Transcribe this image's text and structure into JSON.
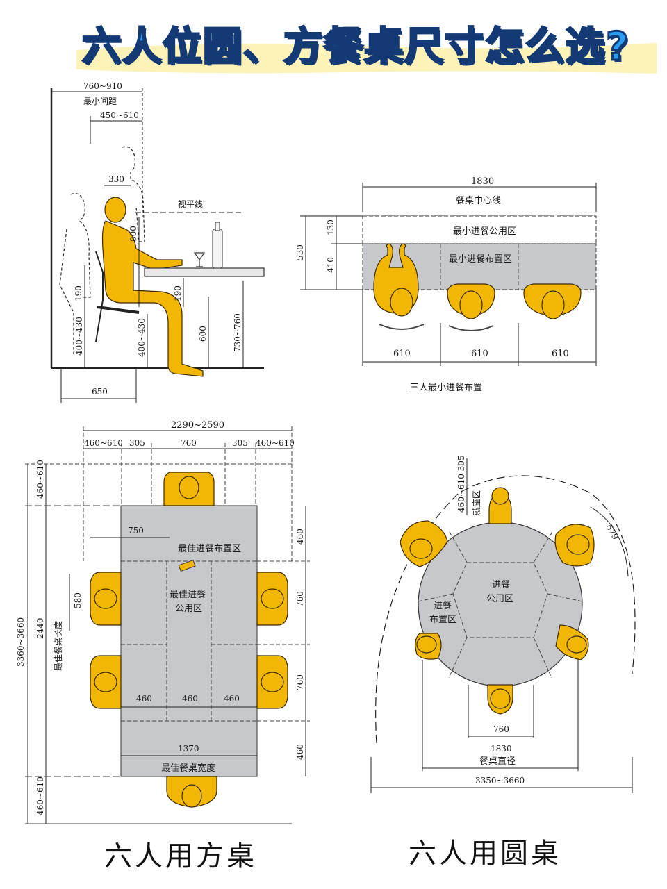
{
  "header": {
    "title": "六人位圆、方餐桌尺寸怎么选?"
  },
  "side_view": {
    "dims": {
      "top_range": "760~910",
      "min_gap": "最小间距",
      "second_range": "450~610",
      "head_depth": "330",
      "eye_level": "视平线",
      "body_height": "800",
      "seat_back": "190",
      "seat_height_left": "400~430",
      "seat_height_right": "400~430",
      "table_thickness": "190",
      "knee_height": "600",
      "table_height": "730~760",
      "chair_depth": "650"
    }
  },
  "three_person": {
    "total_width": "1830",
    "center_line": "餐桌中心线",
    "total_depth": "530",
    "public_depth": "130",
    "place_depth": "410",
    "public_zone": "最小进餐公用区",
    "place_zone": "最小进餐布置区",
    "seat_widths": [
      "610",
      "610",
      "610"
    ],
    "caption": "三人最小进餐布置"
  },
  "square_table": {
    "overall_width": "2290~2590",
    "top_segments": [
      "460~610",
      "305",
      "760",
      "305",
      "460~610"
    ],
    "overall_length": "3360~3660",
    "best_length_value": "2440",
    "best_length_label": "最佳餐桌长度",
    "top_clear": "460~610",
    "bottom_clear": "460~610",
    "reach": "750",
    "best_place_zone": "最佳进餐布置区",
    "best_public_zone": "最佳进餐公用区",
    "elbow_width": "580",
    "right_segments": [
      "460",
      "760",
      "760",
      "460"
    ],
    "inner_segments": [
      "460",
      "460",
      "460"
    ],
    "best_width_value": "1370",
    "best_width_label": "最佳餐桌宽度",
    "caption": "六人用方桌"
  },
  "round_table": {
    "top_dims": "460~610 305",
    "seat_zone": "就座区",
    "seat_gap": "579",
    "center_zone": "进餐公用区",
    "center_zone_l1": "进餐",
    "center_zone_l2": "公用区",
    "place_zone_l1": "进餐",
    "place_zone_l2": "布置区",
    "chord": "760",
    "diameter_value": "1830",
    "diameter_label": "餐桌直径",
    "overall": "3350~3660",
    "caption": "六人用圆桌"
  },
  "colors": {
    "figure_fill": "#f2b705",
    "figure_stroke": "#3a2a00",
    "table_fill": "#c7c8cc",
    "title_fill": "#2a9cf0",
    "title_stroke": "#133a74",
    "highlight": "#fdf3b8"
  }
}
